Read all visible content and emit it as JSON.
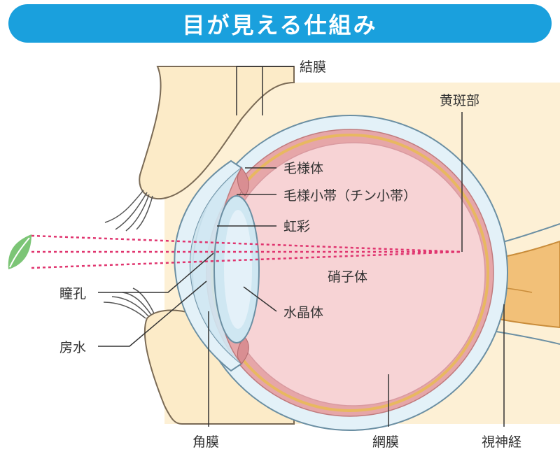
{
  "title": "目が見える仕組み",
  "labels": {
    "conjunctiva": "結膜",
    "macula": "黄斑部",
    "ciliary_body": "毛様体",
    "zonule": "毛様小帯（チン小帯）",
    "iris": "虹彩",
    "vitreous": "硝子体",
    "pupil": "瞳孔",
    "lens": "水晶体",
    "aqueous": "房水",
    "cornea": "角膜",
    "retina": "網膜",
    "optic_nerve": "視神経"
  },
  "colors": {
    "title_bg": "#1aa0dd",
    "skin": "#fcebc8",
    "sclera": "#e3f1f8",
    "choroid": "#e6a6a8",
    "vitreous": "#f7d3d5",
    "lens": "#cfe7f2",
    "nerve": "#f2c078",
    "light_rays": "#e0356f",
    "leaf": "#7cc576"
  }
}
